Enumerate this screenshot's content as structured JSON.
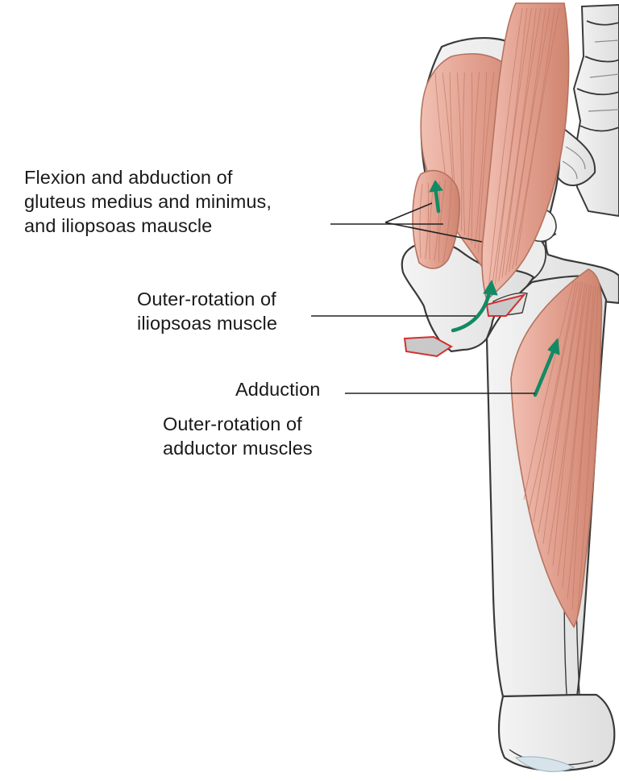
{
  "labels": {
    "flexion": [
      "Flexion and abduction of",
      "gluteus medius  and minimus,",
      "and iliopsoas mauscle"
    ],
    "outer_rotation_iliopsoas": [
      "Outer-rotation of",
      "iliopsoas muscle"
    ],
    "adduction": "Adduction",
    "outer_rotation_adductor": [
      "Outer-rotation of",
      "adductor muscles"
    ]
  },
  "colors": {
    "muscle_fill": "#e4a394",
    "muscle_stroke": "#b5735f",
    "muscle_fiber": "#c27a66",
    "bone_fill": "#ededed",
    "bone_stroke": "#3a3a3a",
    "arrow": "#138a64",
    "cut_fill": "#c9c9c9",
    "cut_stroke": "#d23030",
    "leader_line": "#222222"
  },
  "icons": [
    "flexion-arrow-icon",
    "rotation-arrow-icon",
    "adduction-arrow-icon"
  ]
}
